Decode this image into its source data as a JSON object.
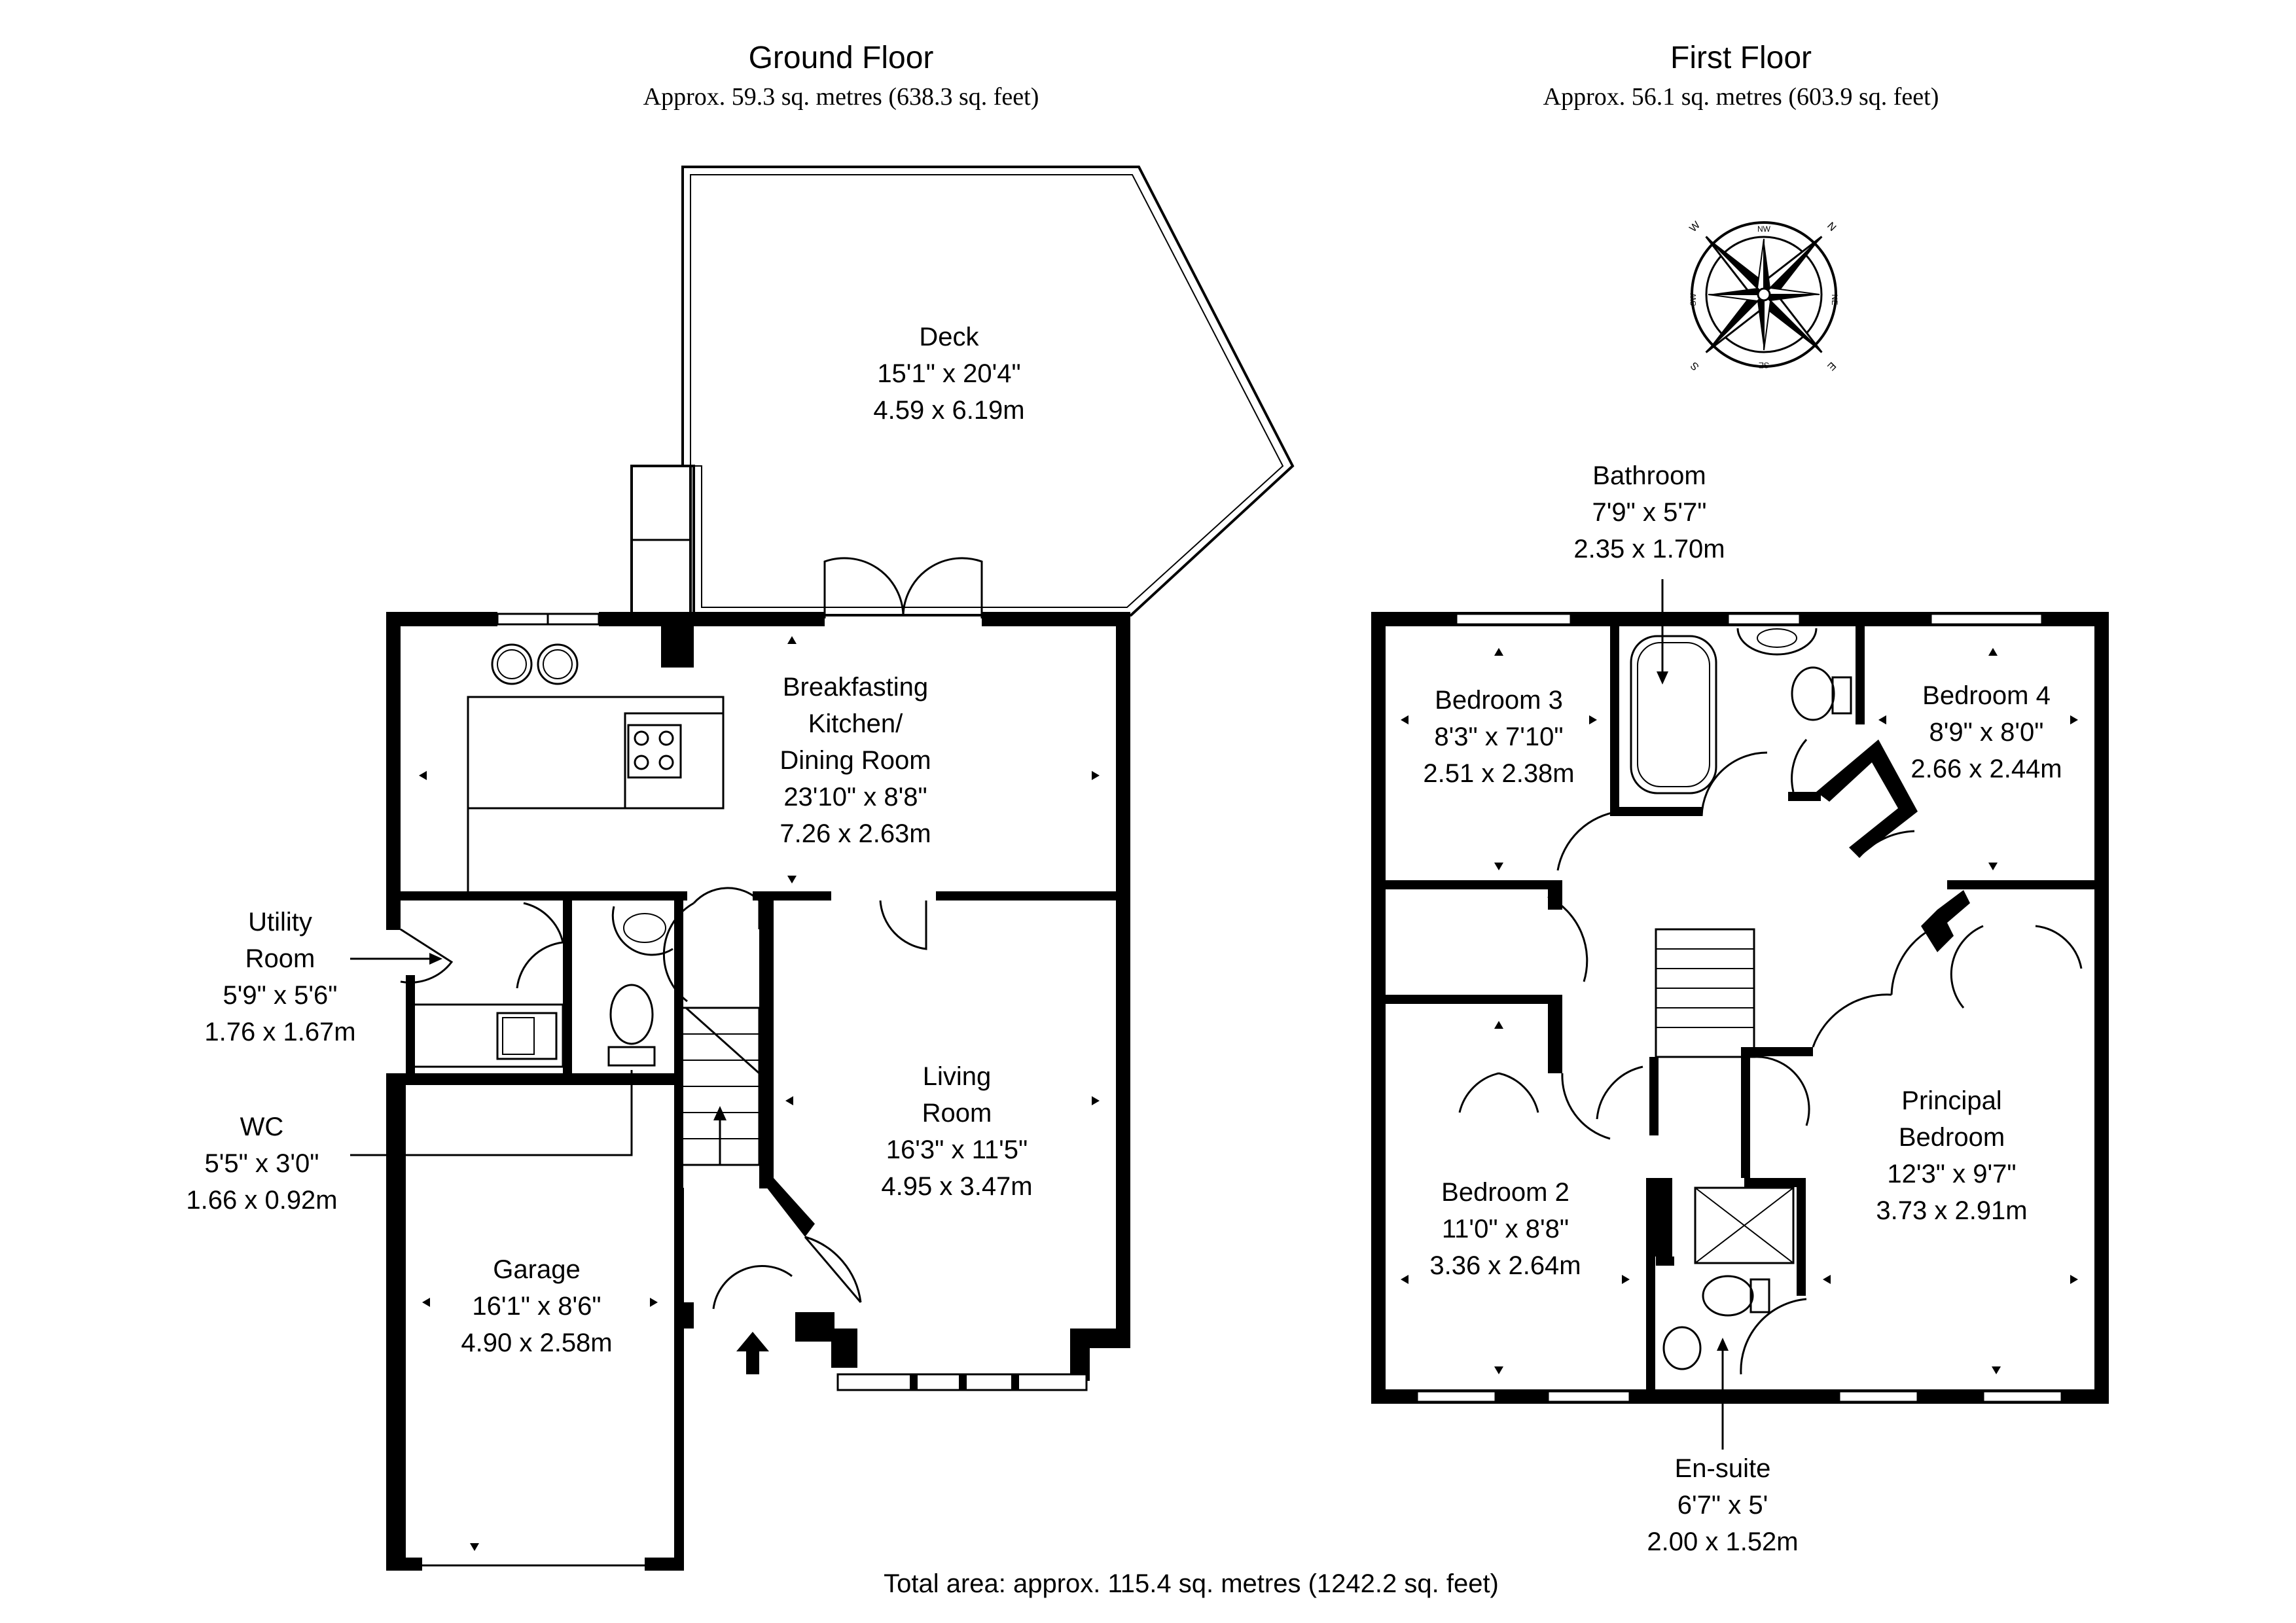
{
  "ground_floor": {
    "title": "Ground Floor",
    "area": "Approx. 59.3 sq. metres (638.3 sq. feet)"
  },
  "first_floor": {
    "title": "First Floor",
    "area": "Approx. 56.1 sq. metres (603.9 sq. feet)"
  },
  "total_area": "Total area: approx. 115.4 sq. metres (1242.2 sq. feet)",
  "compass": {
    "points": [
      "N",
      "NE",
      "E",
      "SE",
      "S",
      "SW",
      "W",
      "NW"
    ]
  },
  "rooms": {
    "deck": {
      "name": "Deck",
      "imperial": "15'1\" x 20'4\"",
      "metric": "4.59 x 6.19m"
    },
    "kitchen": {
      "name_line1": "Breakfasting",
      "name_line2": "Kitchen/",
      "name_line3": "Dining Room",
      "imperial": "23'10\" x 8'8\"",
      "metric": "7.26 x 2.63m"
    },
    "utility": {
      "name_line1": "Utility",
      "name_line2": "Room",
      "imperial": "5'9\" x 5'6\"",
      "metric": "1.76 x 1.67m"
    },
    "wc": {
      "name": "WC",
      "imperial": "5'5\" x 3'0\"",
      "metric": "1.66 x 0.92m"
    },
    "living": {
      "name_line1": "Living",
      "name_line2": "Room",
      "imperial": "16'3\" x 11'5\"",
      "metric": "4.95 x 3.47m"
    },
    "garage": {
      "name": "Garage",
      "imperial": "16'1\" x 8'6\"",
      "metric": "4.90 x 2.58m"
    },
    "bathroom": {
      "name": "Bathroom",
      "imperial": "7'9\" x 5'7\"",
      "metric": "2.35 x 1.70m"
    },
    "bedroom3": {
      "name": "Bedroom 3",
      "imperial": "8'3\" x 7'10\"",
      "metric": "2.51 x 2.38m"
    },
    "bedroom4": {
      "name": "Bedroom 4",
      "imperial": "8'9\" x 8'0\"",
      "metric": "2.66 x 2.44m"
    },
    "bedroom2": {
      "name": "Bedroom 2",
      "imperial": "11'0\" x 8'8\"",
      "metric": "3.36 x 2.64m"
    },
    "principal": {
      "name_line1": "Principal",
      "name_line2": "Bedroom",
      "imperial": "12'3\" x 9'7\"",
      "metric": "3.73 x 2.91m"
    },
    "ensuite": {
      "name": "En-suite",
      "imperial": "6'7\" x 5'",
      "metric": "2.00 x 1.52m"
    }
  }
}
